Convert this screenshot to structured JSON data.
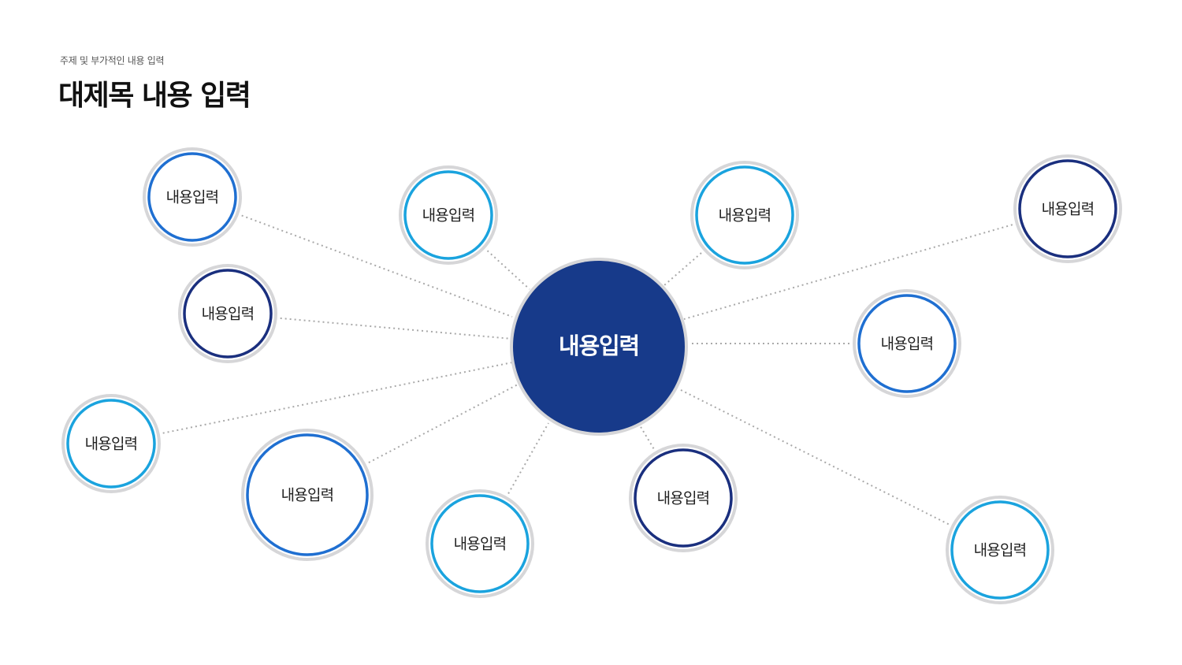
{
  "header": {
    "subtitle": "주제 및 부가적인 내용 입력",
    "title": "대제목 내용 입력"
  },
  "colors": {
    "hub_fill": "#173a8a",
    "ring_gray": "#d6d6d8",
    "connector": "#a9a9a9",
    "light_blue": "#1aa3de",
    "mid_blue": "#1f6fd1",
    "dark_navy": "#1a2f7e"
  },
  "hub": {
    "label": "내용입력"
  },
  "nodes": [
    {
      "label": "내용입력",
      "tone": "mid_blue"
    },
    {
      "label": "내용입력",
      "tone": "light_blue"
    },
    {
      "label": "내용입력",
      "tone": "light_blue"
    },
    {
      "label": "내용입력",
      "tone": "dark_navy"
    },
    {
      "label": "내용입력",
      "tone": "dark_navy"
    },
    {
      "label": "내용입력",
      "tone": "mid_blue"
    },
    {
      "label": "내용입력",
      "tone": "light_blue"
    },
    {
      "label": "내용입력",
      "tone": "mid_blue"
    },
    {
      "label": "내용입력",
      "tone": "light_blue"
    },
    {
      "label": "내용입력",
      "tone": "dark_navy"
    },
    {
      "label": "내용입력",
      "tone": "light_blue"
    }
  ]
}
